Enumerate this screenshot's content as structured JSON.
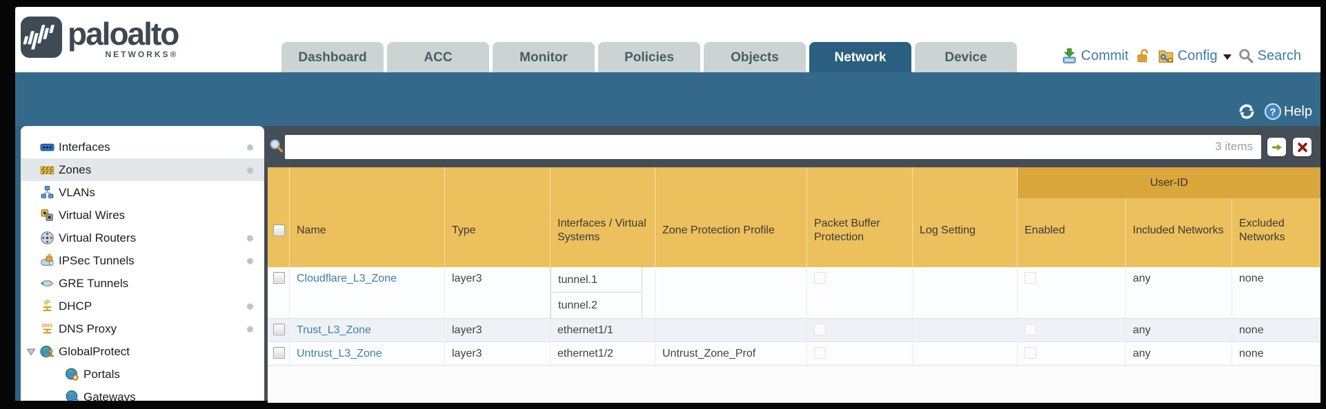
{
  "brand": {
    "name": "paloalto",
    "sub": "NETWORKS®"
  },
  "tabs": [
    {
      "label": "Dashboard",
      "active": false
    },
    {
      "label": "ACC",
      "active": false
    },
    {
      "label": "Monitor",
      "active": false
    },
    {
      "label": "Policies",
      "active": false
    },
    {
      "label": "Objects",
      "active": false
    },
    {
      "label": "Network",
      "active": true
    },
    {
      "label": "Device",
      "active": false
    }
  ],
  "header_tools": {
    "commit": "Commit",
    "config": "Config",
    "search": "Search"
  },
  "toolbar": {
    "help": "Help"
  },
  "filter": {
    "value": "",
    "count": "3 items"
  },
  "sidebar": {
    "items": [
      {
        "label": "Interfaces",
        "icon": "interfaces-icon",
        "dot": true,
        "selected": false,
        "indent": false,
        "expander": false
      },
      {
        "label": "Zones",
        "icon": "zones-icon",
        "dot": true,
        "selected": true,
        "indent": false,
        "expander": false
      },
      {
        "label": "VLANs",
        "icon": "vlans-icon",
        "dot": false,
        "selected": false,
        "indent": false,
        "expander": false
      },
      {
        "label": "Virtual Wires",
        "icon": "virtual-wires-icon",
        "dot": false,
        "selected": false,
        "indent": false,
        "expander": false
      },
      {
        "label": "Virtual Routers",
        "icon": "virtual-routers-icon",
        "dot": true,
        "selected": false,
        "indent": false,
        "expander": false
      },
      {
        "label": "IPSec Tunnels",
        "icon": "ipsec-tunnels-icon",
        "dot": true,
        "selected": false,
        "indent": false,
        "expander": false
      },
      {
        "label": "GRE Tunnels",
        "icon": "gre-tunnels-icon",
        "dot": false,
        "selected": false,
        "indent": false,
        "expander": false
      },
      {
        "label": "DHCP",
        "icon": "dhcp-icon",
        "dot": true,
        "selected": false,
        "indent": false,
        "expander": false
      },
      {
        "label": "DNS Proxy",
        "icon": "dns-proxy-icon",
        "dot": true,
        "selected": false,
        "indent": false,
        "expander": false
      },
      {
        "label": "GlobalProtect",
        "icon": "globalprotect-icon",
        "dot": false,
        "selected": false,
        "indent": false,
        "expander": true
      },
      {
        "label": "Portals",
        "icon": "portals-icon",
        "dot": false,
        "selected": false,
        "indent": true,
        "expander": false
      },
      {
        "label": "Gateways",
        "icon": "gateways-icon",
        "dot": false,
        "selected": false,
        "indent": true,
        "expander": false
      }
    ]
  },
  "table": {
    "group_header": "User-ID",
    "columns": [
      {
        "key": "select",
        "label": ""
      },
      {
        "key": "name",
        "label": "Name"
      },
      {
        "key": "type",
        "label": "Type"
      },
      {
        "key": "interfaces",
        "label": "Interfaces / Virtual Systems"
      },
      {
        "key": "zone_protection_profile",
        "label": "Zone Protection Profile"
      },
      {
        "key": "packet_buffer_protection",
        "label": "Packet Buffer Protection"
      },
      {
        "key": "log_setting",
        "label": "Log Setting"
      },
      {
        "key": "enabled",
        "label": "Enabled"
      },
      {
        "key": "included_networks",
        "label": "Included Networks"
      },
      {
        "key": "excluded_networks",
        "label": "Excluded Networks"
      }
    ],
    "rows": [
      {
        "name": "Cloudflare_L3_Zone",
        "type": "layer3",
        "interfaces": [
          "tunnel.1",
          "tunnel.2"
        ],
        "zone_protection_profile": "",
        "packet_buffer_protection": false,
        "log_setting": "",
        "enabled": false,
        "included_networks": "any",
        "excluded_networks": "none"
      },
      {
        "name": "Trust_L3_Zone",
        "type": "layer3",
        "interfaces": [
          "ethernet1/1"
        ],
        "zone_protection_profile": "",
        "packet_buffer_protection": false,
        "log_setting": "",
        "enabled": false,
        "included_networks": "any",
        "excluded_networks": "none"
      },
      {
        "name": "Untrust_L3_Zone",
        "type": "layer3",
        "interfaces": [
          "ethernet1/2"
        ],
        "zone_protection_profile": "Untrust_Zone_Prof",
        "packet_buffer_protection": false,
        "log_setting": "",
        "enabled": false,
        "included_networks": "any",
        "excluded_networks": "none"
      }
    ]
  },
  "colors": {
    "header_bg": "#ecc05c",
    "group_header_bg": "#d9a73c",
    "band_teal": "#35698c",
    "active_tab": "#2b5f80",
    "link_blue": "#3e80a8",
    "slate": "#454e57",
    "stripe": "#eef2f6"
  }
}
